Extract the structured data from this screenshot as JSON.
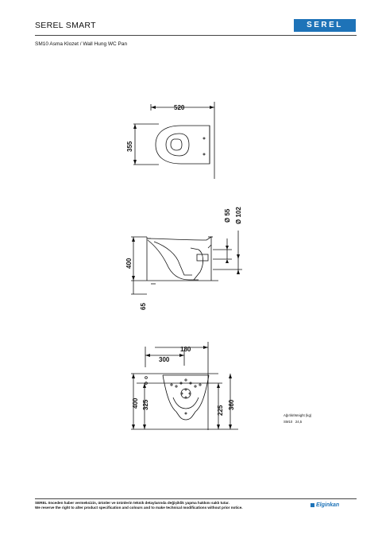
{
  "header": {
    "title": "SEREL SMART",
    "logo_text": "SEREL"
  },
  "subtitle": "SM10 Asma Klozet / Wall Hung WC Pan",
  "dimensions": {
    "top_width": "520",
    "top_depth": "355",
    "side_d55": "Ø 55",
    "side_d102": "Ø 102",
    "side_height": "400",
    "side_floor": "65",
    "front_180": "180",
    "front_300": "300",
    "front_400": "400",
    "front_325": "325",
    "front_225": "225",
    "front_360": "360"
  },
  "weight": {
    "label": "Ağırlık/Weight (kg)",
    "model": "SM10",
    "value": "24,5"
  },
  "footer": {
    "line_tr": "SEREL önceden haber vermeksizin, ürünler ve ürünlerin teknik detaylarında değişiklik yapma hakkını saklı tutar.",
    "line_en": "We reserve the right to alter product specification and colours and to make technical modifications without prior notice.",
    "brand": "Elginkan"
  }
}
